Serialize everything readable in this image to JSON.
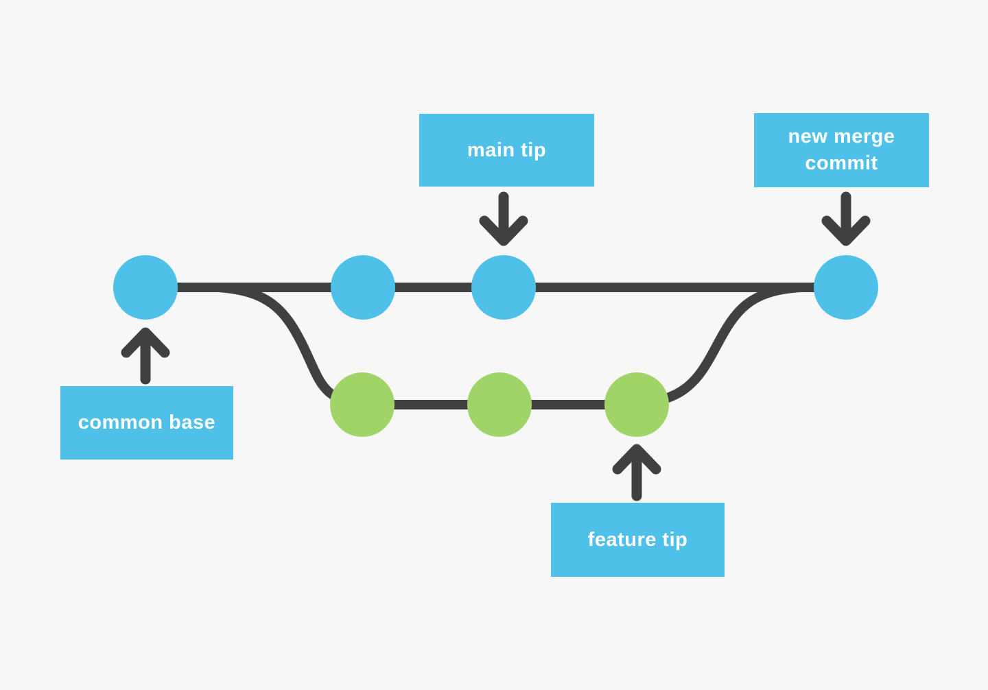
{
  "canvas": {
    "background": "#f7f7f8"
  },
  "colors": {
    "main_commit_blue": "#4fc1e9",
    "feature_commit_green": "#a0d468",
    "branch_line": "#404040",
    "arrow": "#404040",
    "label_background": "#4fc1e9",
    "label_text": "#ffffff"
  },
  "labels": {
    "main_tip": "main tip",
    "new_merge_commit_line1": "new merge",
    "new_merge_commit_line2": "commit",
    "common_base": "common base",
    "feature_tip": "feature tip"
  },
  "structure": {
    "diagram_type": "git branch and merge",
    "main_branch_commit_count": 3,
    "feature_branch_commit_count": 3,
    "merge_commit_count": 1
  }
}
